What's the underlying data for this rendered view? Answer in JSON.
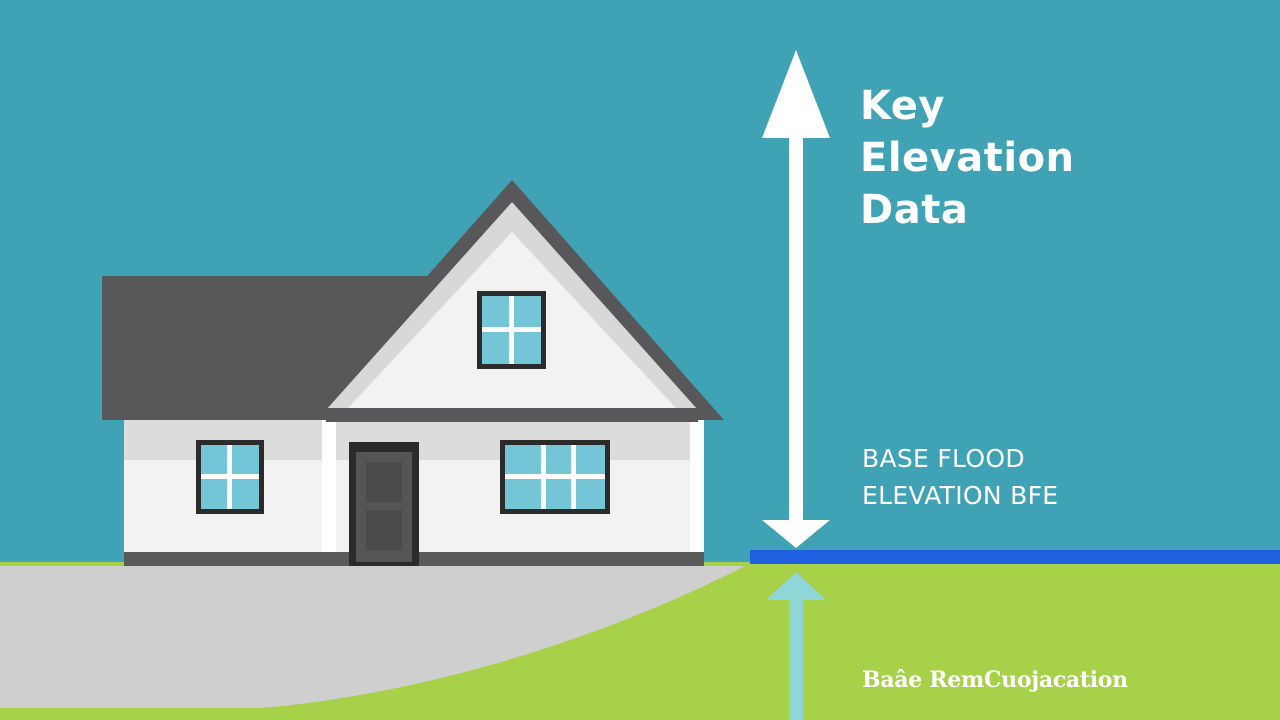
{
  "title_lines": [
    "Key",
    "Elevation",
    "Data"
  ],
  "bfe_label_lines": [
    "BASE FLOOD",
    "ELEVATION BFE"
  ],
  "caption": "Baâe RemCuojacation",
  "colors": {
    "sky": "#3fa3b5",
    "grass": "#a8d14a",
    "pavement": "#cfcfcf",
    "roof": "#58585a",
    "wall": "#f2f2f2",
    "window_glass": "#74c6d6",
    "door": "#555555",
    "flood_line": "#1f5fe0",
    "lower_arrow": "#8fd6d6",
    "arrow": "#ffffff"
  }
}
